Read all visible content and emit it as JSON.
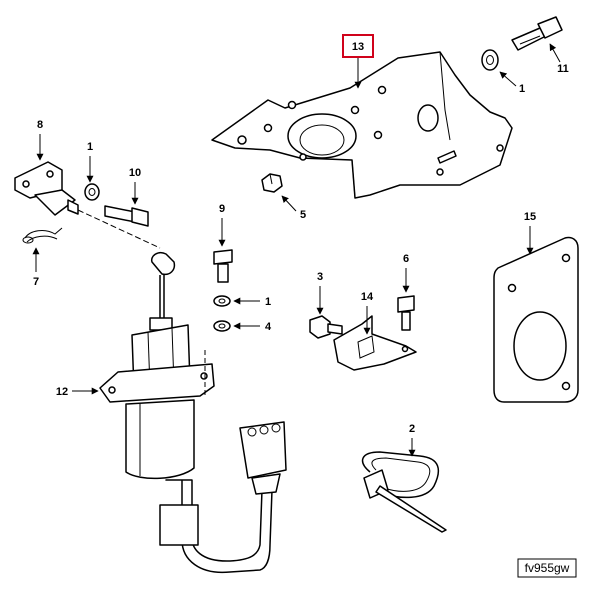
{
  "diagram": {
    "callouts": {
      "c1a": "1",
      "c1b": "1",
      "c1c": "1",
      "c2": "2",
      "c3": "3",
      "c4": "4",
      "c5": "5",
      "c6": "6",
      "c7": "7",
      "c8": "8",
      "c9": "9",
      "c10": "10",
      "c11": "11",
      "c12": "12",
      "c13": "13",
      "c14": "14",
      "c15": "15"
    },
    "highlight_color": "#d0021b",
    "figure_id": "fv955gw"
  }
}
